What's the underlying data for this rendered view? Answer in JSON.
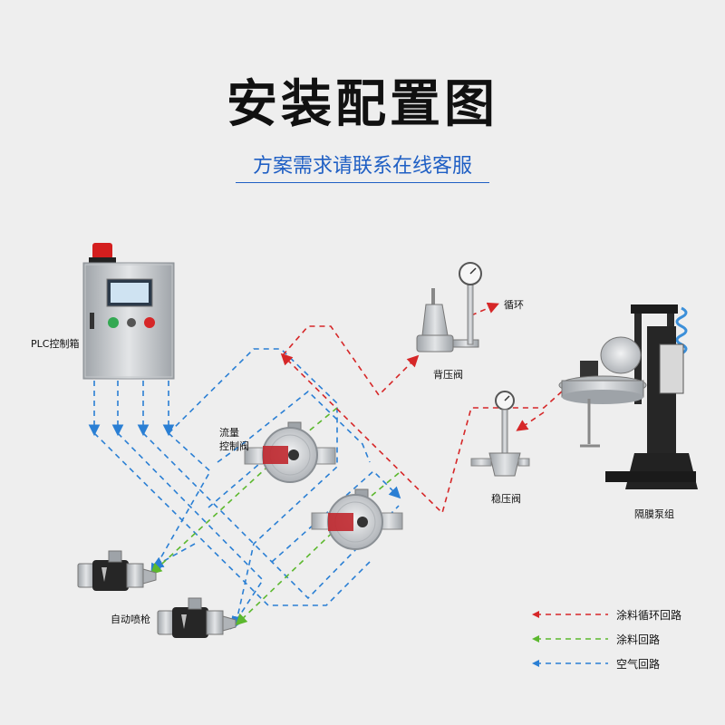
{
  "title": "安装配置图",
  "subtitle": "方案需求请联系在线客服",
  "labels": {
    "plc_box": "PLC控制箱",
    "flow_valve_line1": "流量",
    "flow_valve_line2": "控制阀",
    "back_pressure_valve": "背压阀",
    "circulation": "循环",
    "regulator_valve": "稳压阀",
    "diaphragm_pump": "隔膜泵组",
    "auto_spray_gun": "自动喷枪"
  },
  "legend": [
    {
      "label": "涂料循环回路",
      "color": "#d62728"
    },
    {
      "label": "涂料回路",
      "color": "#5cb82e"
    },
    {
      "label": "空气回路",
      "color": "#2a7fd4"
    }
  ],
  "colors": {
    "red": "#d62728",
    "green": "#5cb82e",
    "blue": "#2a7fd4"
  }
}
